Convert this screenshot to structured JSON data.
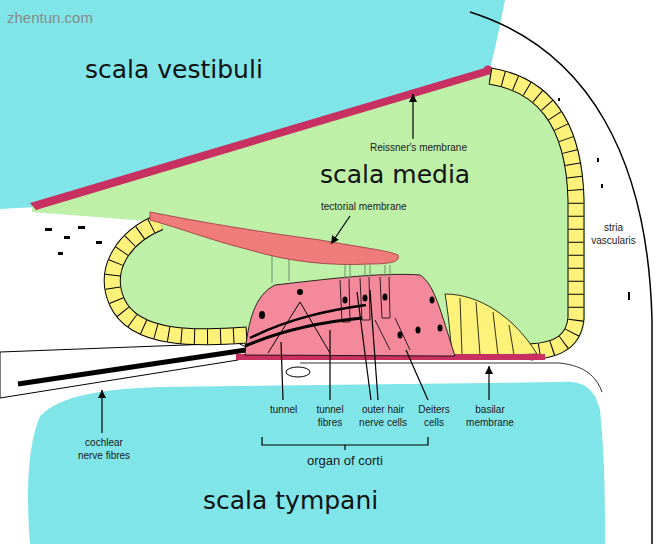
{
  "diagram": {
    "nodes": [
      {
        "text": [
          "scala vestibuli"
        ]
      },
      {
        "text": [
          "scala media"
        ]
      },
      {
        "text": [
          "scala tympani"
        ]
      }
    ],
    "labels": [
      "zhentun.com",
      "Reissner's membrane",
      "tectorial membrane",
      "stria vascularis",
      "tunnel",
      "tunnel fibres",
      "outer hair nerve cells",
      "Deiters cells",
      "basilar membrane",
      "cochlear nerve fibres",
      "organ of corti"
    ]
  }
}
